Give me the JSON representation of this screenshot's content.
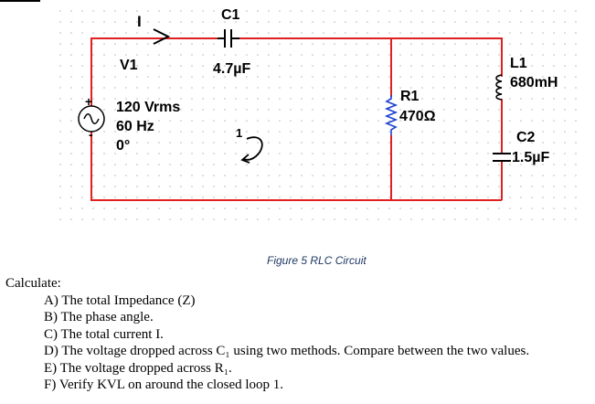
{
  "diagram": {
    "wire_color": "#e02020",
    "grid_dot_color": "#b8b8b8",
    "source": {
      "name": "V1",
      "voltage": "120 Vrms",
      "frequency": "60 Hz",
      "phase": "0°",
      "plus_sign": "+",
      "minus_sign": "-"
    },
    "current_label": "I",
    "loop_label": "1",
    "capacitor1": {
      "name": "C1",
      "value": "4.7µF"
    },
    "resistor1": {
      "name": "R1",
      "value": "470Ω"
    },
    "inductor1": {
      "name": "L1",
      "value": "680mH"
    },
    "capacitor2": {
      "name": "C2",
      "value": "1.5µF"
    }
  },
  "caption": {
    "prefix": "Figure 5 ",
    "title": "RLC Circuit"
  },
  "problem": {
    "intro": "Calculate:",
    "items": [
      {
        "letter": "A)",
        "text": "The total Impedance (Z)"
      },
      {
        "letter": "B)",
        "text": "The phase angle."
      },
      {
        "letter": "C)",
        "text": "The total current I."
      },
      {
        "letter": "D)",
        "text": "The voltage dropped across C₁ using two methods. Compare between the two values."
      },
      {
        "letter": "E)",
        "text": "The voltage dropped across R₁."
      },
      {
        "letter": "F)",
        "text": "Verify KVL on around the closed loop 1."
      }
    ]
  }
}
